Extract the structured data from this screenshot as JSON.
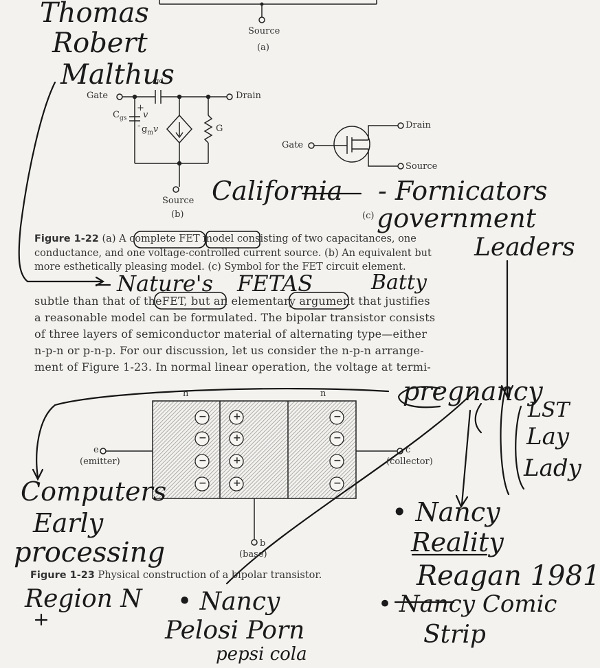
{
  "top_figure": {
    "source_label": "Source",
    "sub_label": "(a)"
  },
  "circuit_b": {
    "gate_label": "Gate",
    "drain_label": "Drain",
    "source_label": "Source",
    "cgd_label": "gd",
    "cgs_label": "C",
    "cgs_sub": "gs",
    "v_plus": "+",
    "v_label": "v",
    "v_minus": "-",
    "gm_label": "g",
    "gm_sub": "m",
    "gm_v": "v",
    "g_label": "G",
    "sub_label": "(b)"
  },
  "circuit_c": {
    "gate_label": "Gate",
    "drain_label": "Drain",
    "source_label": "Source",
    "sub_label": "(c)"
  },
  "caption_22": {
    "number": "Figure 1-22",
    "line1_pre": "(a)",
    "line1_circ1": "A complete",
    "line1_circ2": "FET model",
    "line1_post": "consisting of two capacitances, one",
    "line2": "conductance, and one voltage-controlled current source.   (b)  An equivalent but",
    "line3": "more esthetically pleasing model.   (c)  Symbol for the FET circuit element."
  },
  "body_text": {
    "l1_pre": "subtle than that of the",
    "l1_circ1": "FET, but an",
    "l1_mid": " elementary",
    "l1_circ2": "argument",
    "l1_post": "that justifies",
    "l2": "a reasonable model can be formulated.   The bipolar transistor consists",
    "l3": "of three layers of semiconductor material of alternating type—either",
    "l4": "n-p-n or p-n-p.   For our discussion, let us consider the n-p-n arrange-",
    "l5": "ment of Figure 1-23.   In normal linear operation, the voltage at termi-"
  },
  "transistor": {
    "n_left": "n",
    "n_right": "n",
    "emitter_terminal": "e",
    "emitter_label": "(emitter)",
    "collector_terminal": "c",
    "collector_label": "(collector)",
    "base_terminal": "b",
    "base_label": "(base)",
    "minus": "−",
    "plus": "+"
  },
  "caption_23": {
    "number": "Figure 1-23",
    "text": "Physical construction of a bipolar transistor."
  },
  "handwriting": {
    "name1": "Thomas",
    "name2": "Robert",
    "name3": "Malthus",
    "california": "California",
    "fornicators": "- Fornicators",
    "government": "government",
    "leaders": "Leaders",
    "natures": "Nature's",
    "fetas": "FETAS",
    "batty": "Batty",
    "pregnancy": "pregnancy",
    "lst": "LST",
    "lay": "Lay",
    "lady": "Lady",
    "computers": "Computers",
    "early": "Early",
    "processing": "processing",
    "region": "Region N",
    "nancy_reality": "• Nancy",
    "reality": "Reality",
    "reagan": "Reagan 1981",
    "nancy_pelosi": "• Nancy",
    "pelosi": "Pelosi Porn",
    "pepsi": "pepsi cola",
    "nancy_comic": "• Nancy Comic",
    "strip": "Strip"
  }
}
